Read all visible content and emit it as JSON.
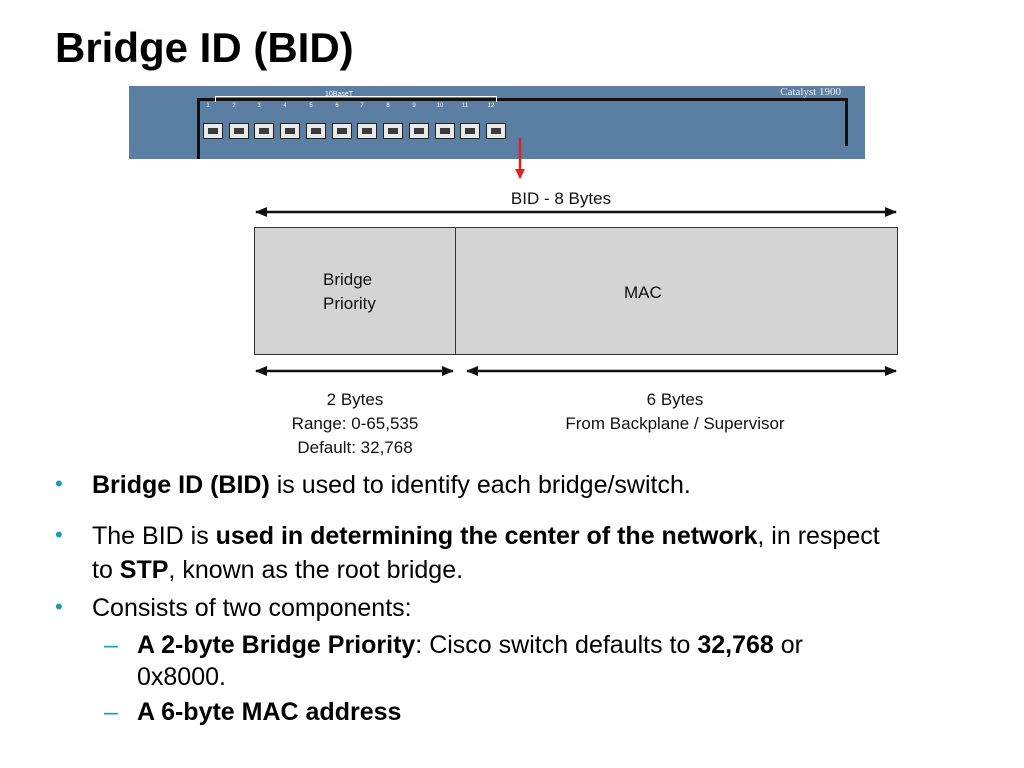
{
  "slide": {
    "title": "Bridge ID (BID)"
  },
  "switch": {
    "model": "Catalyst 1900",
    "port_group_label": "10BaseT",
    "ports": [
      "1",
      "2",
      "3",
      "4",
      "5",
      "6",
      "7",
      "8",
      "9",
      "10",
      "11",
      "12"
    ]
  },
  "diagram": {
    "top_label": "BID - 8 Bytes",
    "field1": {
      "line1": "Bridge",
      "line2": "Priority"
    },
    "field2": {
      "label": "MAC"
    },
    "below_left": {
      "line1": "2 Bytes",
      "line2": "Range: 0-65,535",
      "line3": "Default: 32,768"
    },
    "below_right": {
      "line1": "6 Bytes",
      "line2": "From Backplane / Supervisor"
    }
  },
  "bullets": {
    "b1": {
      "bold": "Bridge ID (BID)",
      "rest": " is used to identify each bridge/switch."
    },
    "b2": {
      "pre": "The BID is ",
      "bold1": "used in determining the center of the network",
      "mid": ", in respect",
      "line2_pre": "to ",
      "bold2": "STP",
      "line2_rest": ", known as the root bridge."
    },
    "b3": {
      "text": "Consists of two components:"
    },
    "s1": {
      "bold": "A 2-byte Bridge Priority",
      "mid": ": Cisco switch defaults to ",
      "bold2": "32,768",
      "rest": " or",
      "line2": "0x8000."
    },
    "s2": {
      "bold": "A 6-byte MAC address"
    }
  },
  "colors": {
    "bullet_accent": "#1a9faa",
    "switch_panel": "#5b7fa2",
    "arrow_red": "#e0201c",
    "field_fill": "#d4d4d4"
  }
}
